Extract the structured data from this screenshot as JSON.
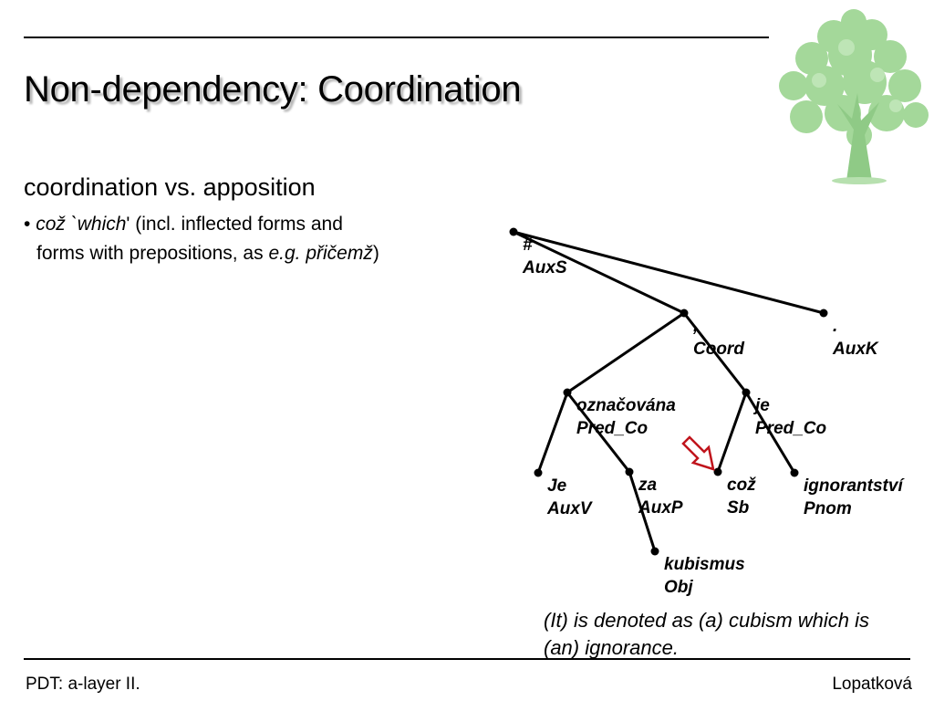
{
  "slide": {
    "title": "Non-dependency: Coordination",
    "subheading": "coordination vs. apposition",
    "bullet": {
      "marker": "•",
      "term": "což",
      "gloss": "`which",
      "quote_close": "'",
      "rest_line1": " (incl. inflected forms and",
      "rest_line2_pre": "forms with prepositions, as ",
      "eg": "e.g.",
      "example": "přičemž",
      "close_paren": ")"
    },
    "caption": "(It) is denoted as (a) cubism which is (an) ignorance."
  },
  "tree": {
    "nodes": [
      {
        "id": "root",
        "form": "#",
        "afun": "AuxS"
      },
      {
        "id": "coord",
        "form": ",",
        "afun": "Coord"
      },
      {
        "id": "dot",
        "form": ".",
        "afun": "AuxK"
      },
      {
        "id": "oznacovana",
        "form": "označována",
        "afun": "Pred_Co"
      },
      {
        "id": "je2",
        "form": "je",
        "afun": "Pred_Co"
      },
      {
        "id": "je1",
        "form": "Je",
        "afun": "AuxV"
      },
      {
        "id": "za",
        "form": "za",
        "afun": "AuxP"
      },
      {
        "id": "kubismus",
        "form": "kubismus",
        "afun": "Obj"
      },
      {
        "id": "coz",
        "form": "což",
        "afun": "Sb"
      },
      {
        "id": "ignorantstvi",
        "form": "ignorantství",
        "afun": "Pnom"
      }
    ],
    "edges": [
      [
        "root",
        "coord"
      ],
      [
        "root",
        "dot"
      ],
      [
        "coord",
        "oznacovana"
      ],
      [
        "coord",
        "je2"
      ],
      [
        "oznacovana",
        "je1"
      ],
      [
        "oznacovana",
        "za"
      ],
      [
        "za",
        "kubismus"
      ],
      [
        "je2",
        "coz"
      ],
      [
        "je2",
        "ignorantstvi"
      ]
    ],
    "highlight_node": "coz",
    "arrow_color": "#c0141c"
  },
  "footer": {
    "left": "PDT: a-layer II.",
    "right": "Lopatková"
  },
  "colors": {
    "tree_logo_leaf": "#a4d89a",
    "tree_logo_trunk": "#8fca86"
  }
}
